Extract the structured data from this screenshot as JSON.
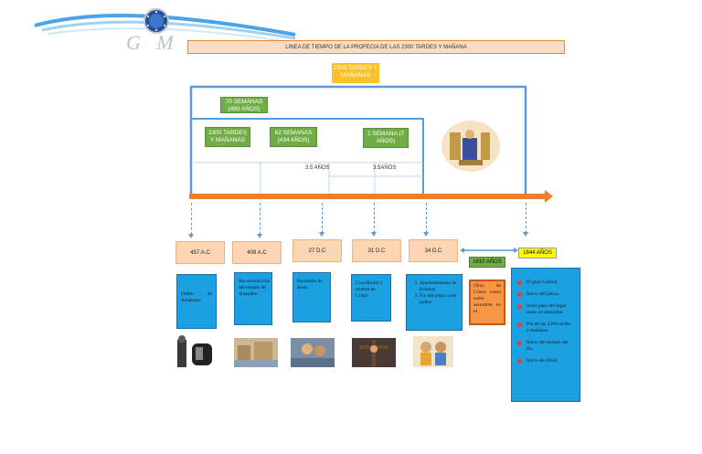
{
  "logo": {
    "letters": "G M"
  },
  "title": "LINEA DE TIEMPO DE LA PROFECIA DE LAS 2300 TARDES Y MAÑANA",
  "top_label": "2300 TARDES Y MAÑANAS",
  "spans": {
    "seventy_weeks": "70 SEMANAS (490 AÑOS)",
    "evenings": "2300 TARDES Y MAÑANAS",
    "sixty_two": "62 SEMANAS (434 AÑOS)",
    "one_week": "1 SEMANA (7 AÑOS)",
    "half_a": "3.5 AÑOS",
    "half_b": "3.5AÑOS"
  },
  "dates": [
    "457 A.C",
    "408 A.C",
    "27 D.C",
    "31 D.C",
    "34 D.C"
  ],
  "date_1844": "1844 AÑOS",
  "date_1810": "1810 AÑOS",
  "events": {
    "e457": "Orden de Artajerjes",
    "e408": "Reconstrucción del templo de Jerusalén",
    "e27": "Bautismo de Jesús",
    "e31": "Crucifixión y muerte de Cristo",
    "e34_1": "Apedreamiento de Esteban",
    "e34_2": "Fin del plazo a los judíos",
    "orange": "Obra de Cristo como sumo sacerdote en el",
    "list1844": [
      "El gran Clamor.",
      "Inicio del juicio.",
      "Jesús pasa del lugar santo al santísimo.",
      "Fin de las 2300 tardes y mañanas.",
      "Inicio del tiempo del fin.",
      "Inicio de IASD."
    ]
  },
  "colors": {
    "timeline": "#ed7d31",
    "bracket": "#5b9bd5",
    "green": "#70ad47",
    "blue": "#1ba1e2",
    "orange_box": "#f79646",
    "yellow": "#ffff00",
    "peach": "#fcd5b4"
  }
}
